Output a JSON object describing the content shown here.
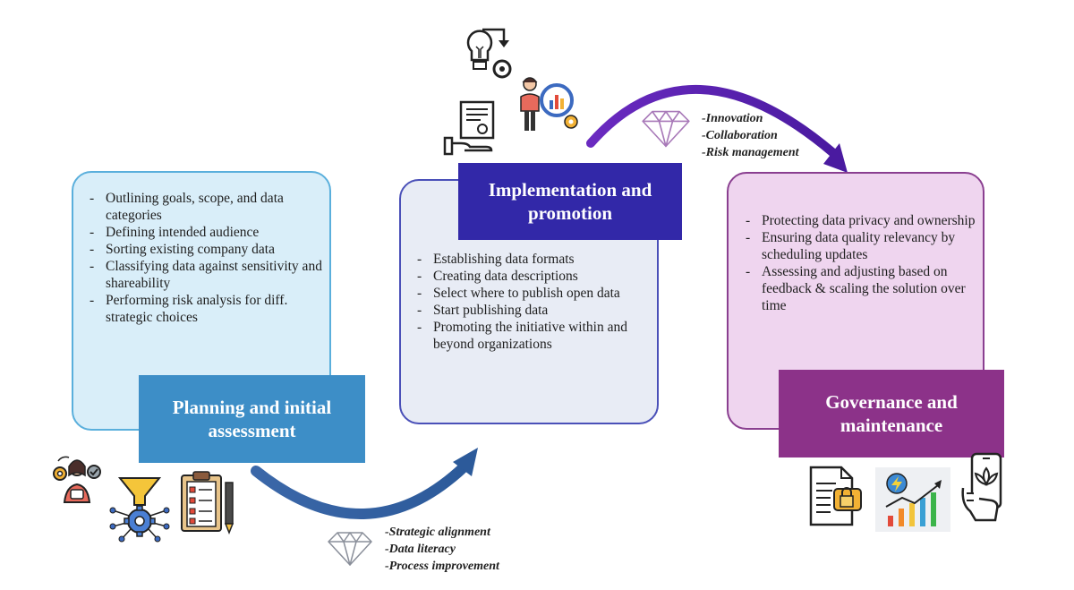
{
  "phases": [
    {
      "title": "Planning and initial assessment",
      "items": [
        "Outlining goals, scope, and data categories",
        "Defining intended audience",
        "Sorting existing company data",
        "Classifying data against sensitivity and shareability",
        "Performing risk analysis for diff. strategic choices"
      ],
      "color": "#3d8ec7"
    },
    {
      "title": "Implementation and promotion",
      "items": [
        "Establishing data formats",
        "Creating data descriptions",
        "Select where to publish open data",
        "Start publishing data",
        "Promoting the initiative within and beyond organizations"
      ],
      "color": "#3228a8"
    },
    {
      "title": "Governance and maintenance",
      "items": [
        "Protecting data privacy and ownership",
        "Ensuring data quality relevancy by scheduling updates",
        "Assessing and adjusting based on feedback & scaling the solution over time"
      ],
      "color": "#8c3289"
    }
  ],
  "values": [
    [
      "-Strategic alignment",
      "-Data literacy",
      "-Process improvement"
    ],
    [
      "-Innovation",
      "-Collaboration",
      "-Risk management"
    ]
  ],
  "arrow_colors": [
    "#2c5a9a",
    "#5a1fb0"
  ],
  "icons": [
    "person-gears-icon",
    "funnel-gear-icon",
    "checklist-icon",
    "lightbulb-gear-icon",
    "presenter-chart-icon",
    "document-hand-icon",
    "secure-document-icon",
    "growth-chart-icon",
    "mobile-lotus-icon",
    "diamond-icon"
  ]
}
